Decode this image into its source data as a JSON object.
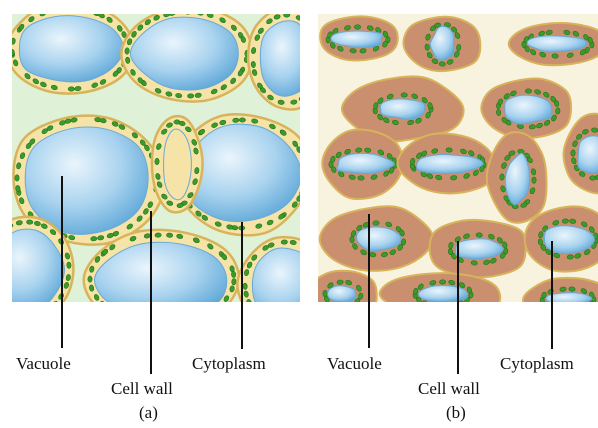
{
  "panels": [
    {
      "caption": "(a)",
      "labels": {
        "vacuole": "Vacuole",
        "cell_wall": "Cell wall",
        "cytoplasm": "Cytoplasm"
      }
    },
    {
      "caption": "(b)",
      "labels": {
        "vacuole": "Vacuole",
        "cell_wall": "Cell wall",
        "cytoplasm": "Cytoplasm"
      }
    }
  ],
  "colors": {
    "turgid_background": "#dff2d8",
    "plasmolyzed_background": "#f7f3df",
    "cell_wall": "#d8b35a",
    "cytoplasm": "#f5e3a8",
    "shrunken_cytoplasm": "#c98f6e",
    "vacuole": "#a9d3ef",
    "chloroplast": "#3a9a2a",
    "pointer_line": "#111111"
  }
}
